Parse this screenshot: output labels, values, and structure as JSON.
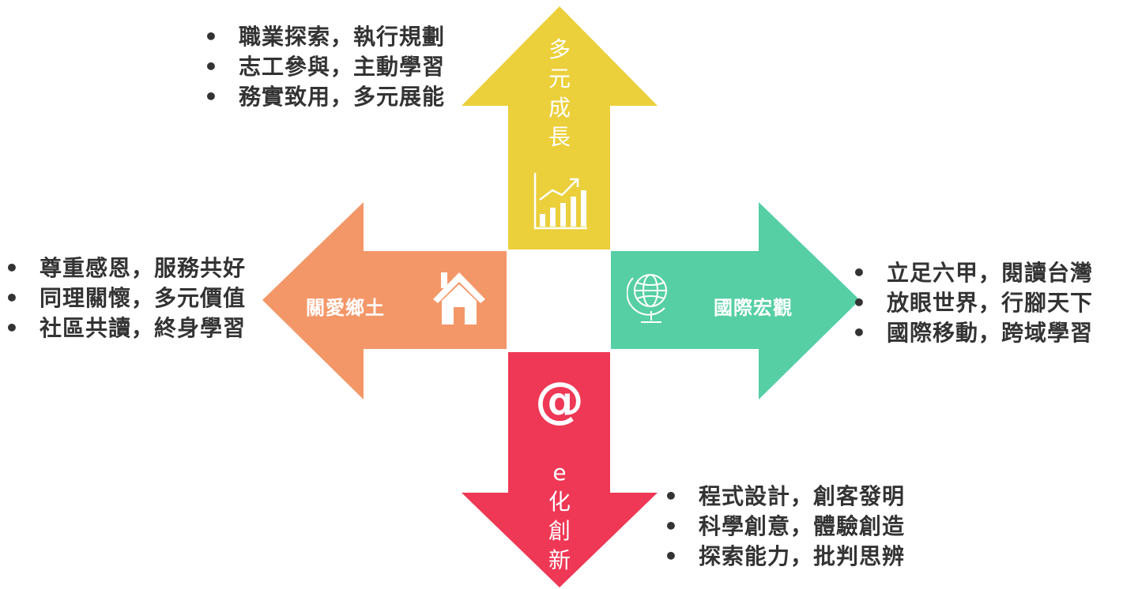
{
  "top": {
    "label": [
      "多",
      "元",
      "成",
      "長"
    ],
    "color": "#EBCF3B",
    "icon": "growth-chart-icon",
    "bullets": [
      "職業探索，執行規劃",
      "志工參與，主動學習",
      "務實致用，多元展能"
    ]
  },
  "left": {
    "label": "關愛鄉土",
    "color": "#F49768",
    "icon": "house-icon",
    "bullets": [
      "尊重感恩，服務共好",
      "同理關懷，多元價值",
      "社區共讀，終身學習"
    ]
  },
  "right": {
    "label": "國際宏觀",
    "color": "#56CFA4",
    "icon": "globe-icon",
    "bullets": [
      "立足六甲，閱讀台灣",
      "放眼世界，行腳天下",
      "國際移動，跨域學習"
    ]
  },
  "bottom": {
    "label": [
      "e",
      "化",
      "創",
      "新"
    ],
    "color": "#EE3856",
    "icon": "at-sign-icon",
    "bullets": [
      "程式設計，創客發明",
      "科學創意，體驗創造",
      "探索能力，批判思辨"
    ]
  }
}
